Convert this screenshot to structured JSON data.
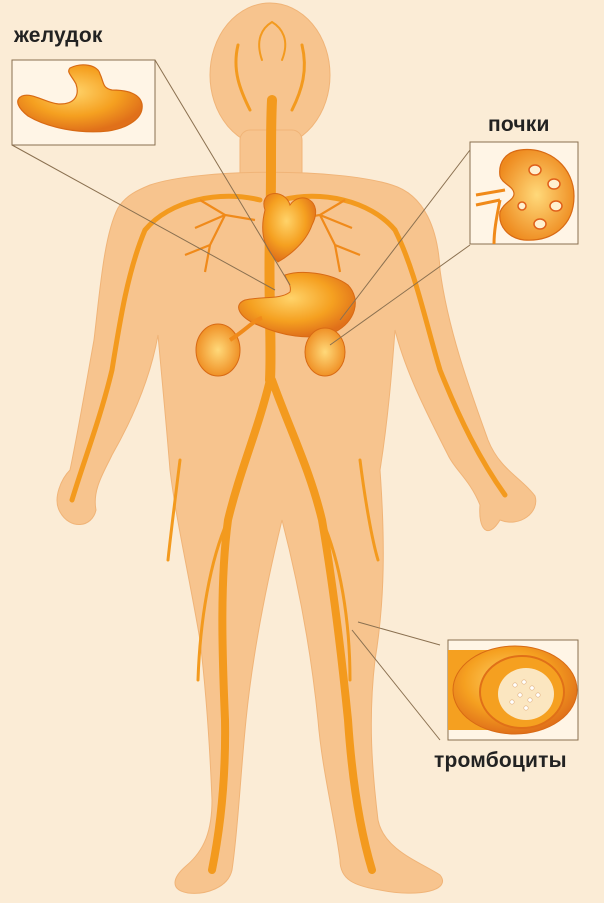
{
  "labels": {
    "stomach": "желудок",
    "kidneys": "почки",
    "platelets": "тромбоциты"
  },
  "colors": {
    "background": "#fbecd6",
    "body": "#f7c48e",
    "vessel": "#f39a1e",
    "organ": "#f08a1a",
    "inset_frame": "#fff5e6",
    "pointer_line": "#8a7050"
  }
}
